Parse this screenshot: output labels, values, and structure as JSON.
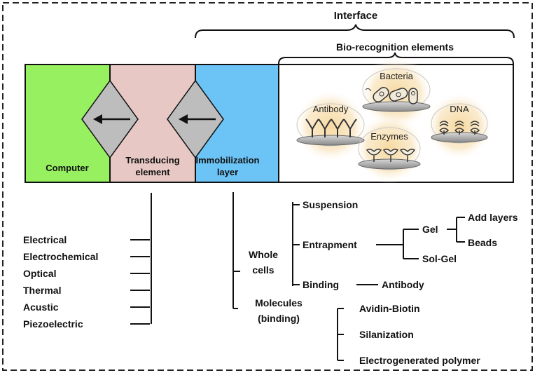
{
  "header": {
    "interface": "Interface",
    "bio_recognition": "Bio-recognition elements"
  },
  "blocks": {
    "computer": "Computer",
    "transducing_line1": "Transducing",
    "transducing_line2": "element",
    "immobilization_line1": "Immobilization",
    "immobilization_line2": "layer"
  },
  "bio_elements": {
    "bacteria": "Bacteria",
    "antibody": "Antibody",
    "dna": "DNA",
    "enzymes": "Enzymes"
  },
  "transducer_types": [
    "Electrical",
    "Electrochemical",
    "Optical",
    "Thermal",
    "Acustic",
    "Piezoelectric"
  ],
  "immobilization": {
    "whole_cells_line1": "Whole",
    "whole_cells_line2": "cells",
    "suspension": "Suspension",
    "entrapment": "Entrapment",
    "gel": "Gel",
    "add_layers": "Add layers",
    "beads": "Beads",
    "sol_gel": "Sol-Gel",
    "binding": "Binding",
    "antibody": "Antibody",
    "molecules_line1": "Molecules",
    "molecules_line2": "(binding)",
    "avidin_biotin": "Avidin-Biotin",
    "silanization": "Silanization",
    "electrogenerated": "Electrogenerated polymer"
  },
  "colors": {
    "computer": "#96f060",
    "transducing": "#e8c8c4",
    "immobilization": "#6cc4f6",
    "diamond": "#bdbdbd",
    "glow": "#f6d79c",
    "plate": "#b0b0b0"
  }
}
